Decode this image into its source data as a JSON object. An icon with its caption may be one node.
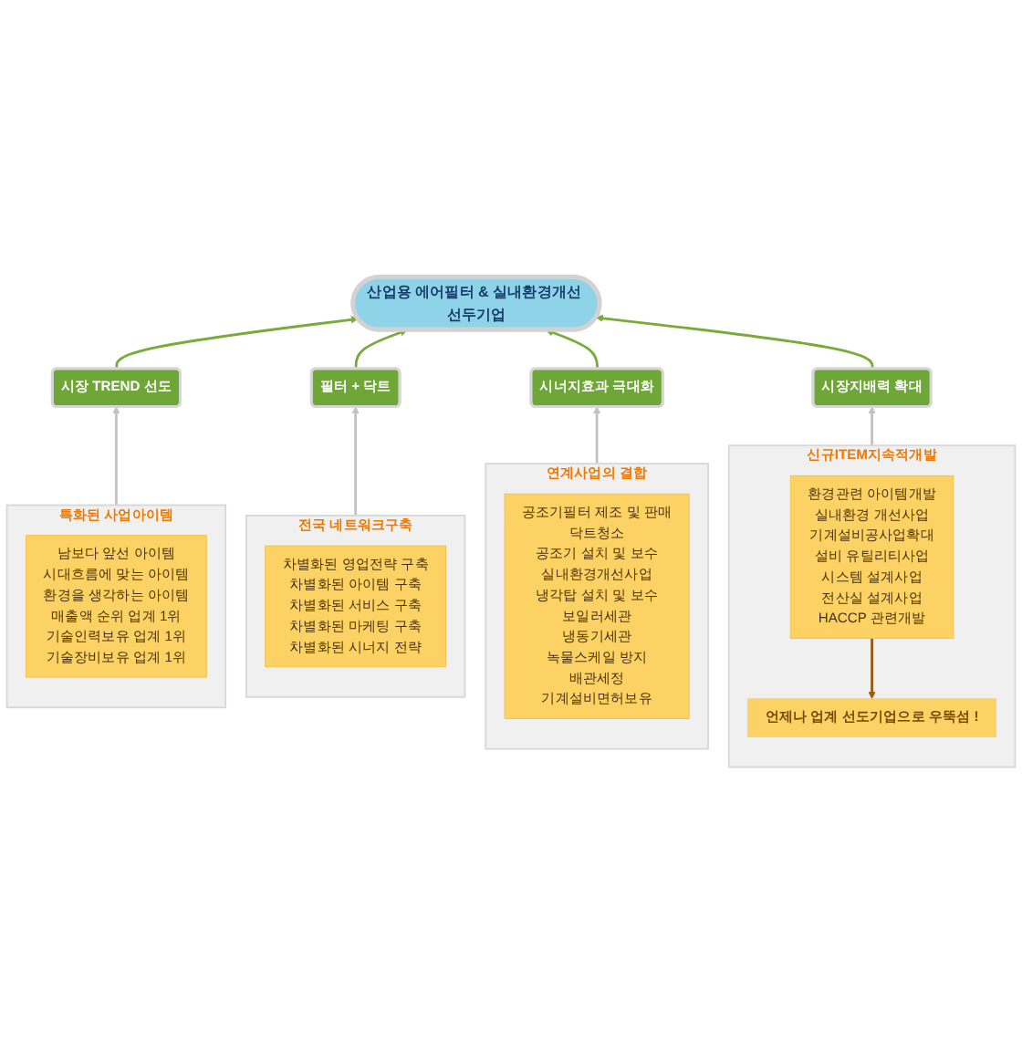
{
  "diagram": {
    "nodes": [
      {
        "text": [
          "산업용 에어필터 & 실내환경개선 선두기업"
        ]
      },
      {
        "text": [
          "시장 TREND 선도"
        ]
      },
      {
        "text": [
          "필터 + 닥트"
        ]
      },
      {
        "text": [
          "시너지효과 극대화"
        ]
      },
      {
        "text": [
          "시장지배력 확대"
        ]
      },
      {
        "text": [
          "특화된 사업아이템"
        ]
      },
      {
        "text": [
          "남보다 앞선 아이템",
          "시대흐름에 맞는 아이템",
          "환경을 생각하는 아이템",
          "매출액 순위 업계 1위",
          "기술인력보유 업계 1위",
          "기술장비보유 업계 1위"
        ],
        "in": 5
      },
      {
        "text": [
          "전국 네트워크구축"
        ]
      },
      {
        "text": [
          "차별화된 영업전략 구축",
          "차별화된 아이템 구축",
          "차별화된 서비스 구축",
          "차별화된 마케팅 구축",
          "차별화된 시너지 전략"
        ],
        "in": 7
      },
      {
        "text": [
          "연계사업의 결합"
        ]
      },
      {
        "text": [
          "공조기필터 제조 및 판매",
          "닥트청소",
          "공조기 설치 및 보수",
          "실내환경개선사업",
          "냉각탑 설치 및 보수",
          "보일러세관",
          "냉동기세관",
          "녹물스케일 방지",
          "배관세정",
          "기계설비면허보유"
        ],
        "in": 9
      },
      {
        "text": [
          "신규ITEM지속적개발"
        ]
      },
      {
        "text": [
          "환경관련 아이템개발",
          "실내환경 개선사업",
          "기계설비공사업확대",
          "설비 유틸리티사업",
          "시스템 설계사업",
          "전산실 설계사업",
          "HACCP 관련개발"
        ],
        "in": 11
      },
      {
        "text": [
          "언제나 업계 선도기업으로 우뚝섬 !"
        ],
        "in": 11
      }
    ],
    "edges": [
      {
        "from": 1,
        "to": 0,
        "arrow": "to",
        "color": "#7aab3a"
      },
      {
        "from": 2,
        "to": 0,
        "arrow": "to",
        "color": "#7aab3a"
      },
      {
        "from": 3,
        "to": 0,
        "arrow": "to",
        "color": "#7aab3a"
      },
      {
        "from": 4,
        "to": 0,
        "arrow": "to",
        "color": "#7aab3a"
      },
      {
        "from": 5,
        "to": 1,
        "arrow": "to",
        "color": "#c2c2c2"
      },
      {
        "from": 7,
        "to": 2,
        "arrow": "to",
        "color": "#c2c2c2"
      },
      {
        "from": 9,
        "to": 3,
        "arrow": "to",
        "color": "#c2c2c2"
      },
      {
        "from": 11,
        "to": 4,
        "arrow": "to",
        "color": "#c2c2c2"
      },
      {
        "from": 12,
        "to": 13,
        "arrow": "to",
        "color": "#9a5c12"
      }
    ]
  }
}
